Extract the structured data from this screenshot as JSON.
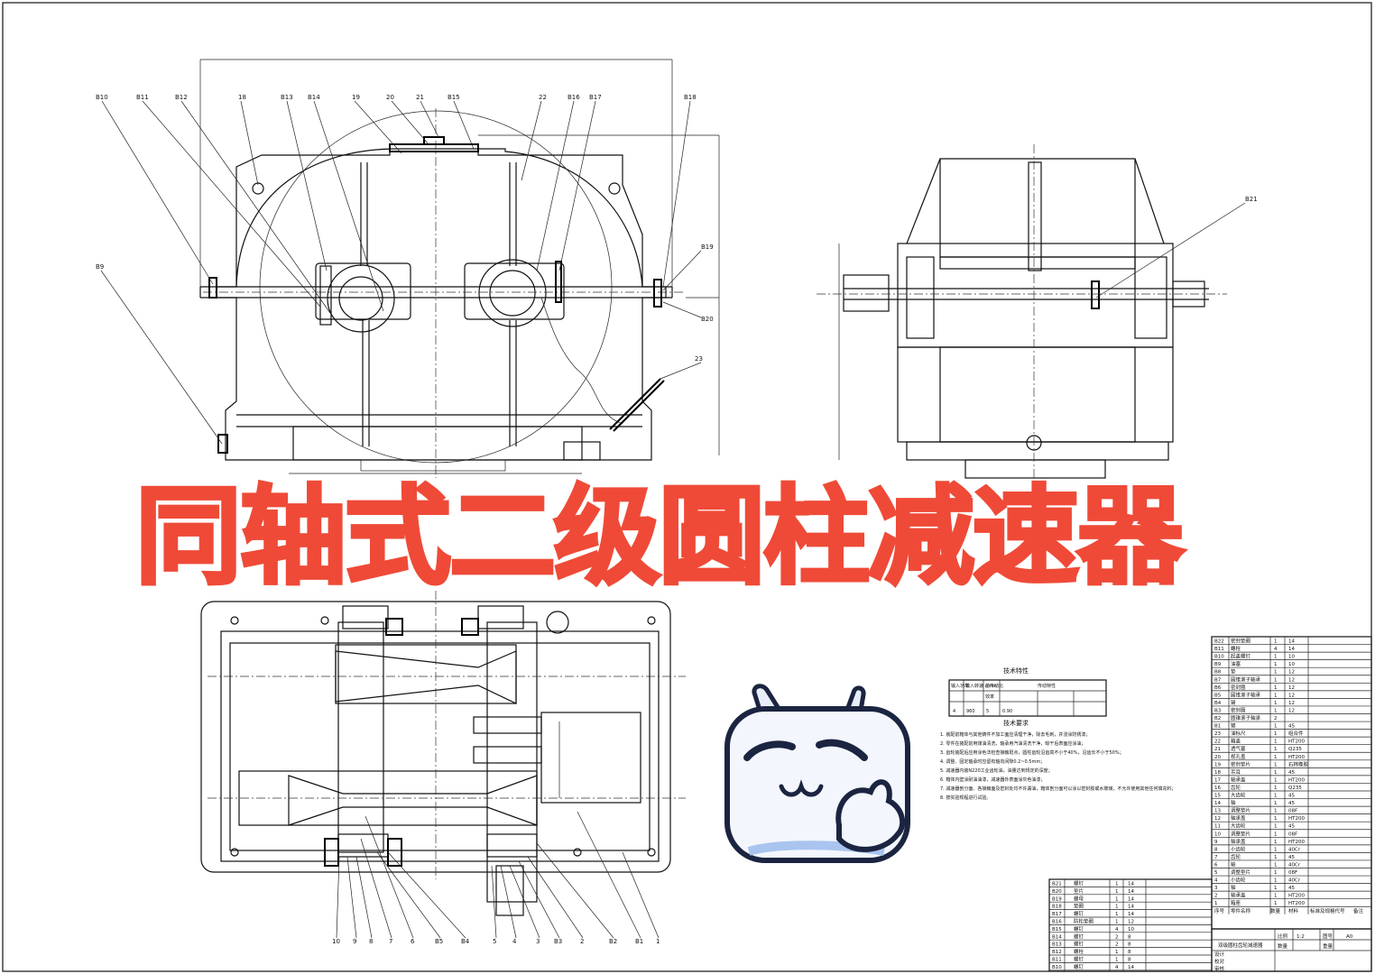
{
  "title": "同轴式二级圆柱减速器",
  "front_view_callouts": [
    "B10",
    "B11",
    "B12",
    "18",
    "B13",
    "B14",
    "19",
    "20",
    "21",
    "B15",
    "22",
    "B16",
    "B17",
    "B18",
    "B9",
    "B19",
    "B20",
    "23"
  ],
  "side_view_callouts": [
    "B21"
  ],
  "plan_view_callouts": [
    "10",
    "9",
    "8",
    "7",
    "6",
    "B5",
    "B4",
    "5",
    "4",
    "3",
    "B3",
    "2",
    "B2",
    "B1",
    "1"
  ],
  "tech_spec_title": "技术特性",
  "tech_req_title": "技术要求",
  "tech_spec_header": [
    "输入功率",
    "输入转速 r/min",
    "总传动比",
    "效率",
    "传动特性"
  ],
  "tech_spec_row": [
    "4",
    "960",
    "5",
    "0.90"
  ],
  "tech_requirements": [
    "1. 装配前箱体与其他铸件不加工面应清理干净，除去毛刺，并浸涂防锈漆；",
    "2. 零件在装配前用煤油清洗，轴承用汽油清洗干净，晾干后表面应涂油；",
    "3. 齿轮装配后应用涂色法检查接触斑点，圆柱齿轮沿齿高不小于40%，沿齿长不小于50%；",
    "4. 调整、固定轴承时应留有轴向间隙0.2~0.5mm；",
    "5. 减速器内装N220工业齿轮油，油量达到规定的深度；",
    "6. 箱体内壁涂耐油油漆，减速器外表面涂灰色油漆；",
    "7. 减速器剖分面、各接触面及密封处均不许漏油，箱体剖分面可以涂以密封胶或水玻璃，不允许使用其他任何填充料；",
    "8. 按实验规程进行试验。"
  ],
  "parts_list": [
    [
      "B22",
      "密封垫圈",
      "1",
      "14"
    ],
    [
      "B11",
      "螺栓",
      "4",
      "14"
    ],
    [
      "B10",
      "起盖螺钉",
      "1",
      "10"
    ],
    [
      "B9",
      "油塞",
      "1",
      "10"
    ],
    [
      "B8",
      "垫",
      "1",
      "12"
    ],
    [
      "B7",
      "圆锥滚子轴承",
      "1",
      "12"
    ],
    [
      "B6",
      "密封圈",
      "1",
      "12"
    ],
    [
      "B5",
      "圆锥滚子轴承",
      "1",
      "12"
    ],
    [
      "B4",
      "键",
      "1",
      "12"
    ],
    [
      "B3",
      "密封圈",
      "1",
      "12"
    ],
    [
      "B2",
      "圆锥滚子轴承",
      "2",
      ""
    ],
    [
      "B1",
      "键",
      "1",
      "45"
    ],
    [
      "23",
      "油标尺",
      "1",
      "组合件"
    ],
    [
      "22",
      "箱盖",
      "1",
      "HT200"
    ],
    [
      "21",
      "透气塞",
      "1",
      "Q235"
    ],
    [
      "20",
      "视孔盖",
      "1",
      "HT200"
    ],
    [
      "19",
      "密封垫片",
      "1",
      "石棉橡胶"
    ],
    [
      "18",
      "吊耳",
      "1",
      "45"
    ],
    [
      "17",
      "轴承盖",
      "1",
      "HT200"
    ],
    [
      "16",
      "齿轮",
      "1",
      "Q235"
    ],
    [
      "15",
      "大齿轮",
      "1",
      "45"
    ],
    [
      "14",
      "轴",
      "1",
      "45"
    ],
    [
      "13",
      "调整垫片",
      "1",
      "08F"
    ],
    [
      "12",
      "轴承盖",
      "1",
      "HT200"
    ],
    [
      "11",
      "大齿轮",
      "1",
      "45"
    ],
    [
      "10",
      "调整垫片",
      "1",
      "08F"
    ],
    [
      "9",
      "轴承盖",
      "1",
      "HT200"
    ],
    [
      "8",
      "小齿轮",
      "1",
      "40Cr"
    ],
    [
      "7",
      "齿轮",
      "1",
      "45"
    ],
    [
      "6",
      "轴",
      "1",
      "40Cr"
    ],
    [
      "5",
      "调整垫片",
      "1",
      "08F"
    ],
    [
      "4",
      "小齿轮",
      "1",
      "40Cr"
    ],
    [
      "3",
      "轴",
      "1",
      "45"
    ],
    [
      "2",
      "轴承盖",
      "1",
      "HT200"
    ],
    [
      "1",
      "箱座",
      "1",
      "HT200"
    ]
  ],
  "parts_list_header": [
    "序号",
    "零件名称",
    "数量",
    "材料",
    "标准及规格代号",
    "备注"
  ],
  "small_parts_list": [
    [
      "B21",
      "螺钉",
      "1",
      "14"
    ],
    [
      "B20",
      "垫片",
      "1",
      "14"
    ],
    [
      "B19",
      "螺母",
      "1",
      "14"
    ],
    [
      "B18",
      "垫圈",
      "1",
      "14"
    ],
    [
      "B17",
      "螺钉",
      "1",
      "14"
    ],
    [
      "B16",
      "防松垫圈",
      "1",
      "12"
    ],
    [
      "B15",
      "螺钉",
      "4",
      "10"
    ],
    [
      "B14",
      "螺钉",
      "2",
      "8"
    ],
    [
      "B13",
      "螺钉",
      "2",
      "8"
    ],
    [
      "B12",
      "螺栓",
      "1",
      "8"
    ],
    [
      "B11",
      "螺钉",
      "1",
      "8"
    ],
    [
      "B10",
      "螺钉",
      "4",
      "14"
    ]
  ],
  "title_block": {
    "name": "双级圆柱齿轮减速器",
    "scale_label": "比例",
    "scale": "1:2",
    "drawing_no_label": "图号",
    "drawing_no": "A0",
    "qty_label": "数量",
    "weight_label": "重量",
    "designer": "设计",
    "checker": "校对",
    "approver": "审核"
  }
}
